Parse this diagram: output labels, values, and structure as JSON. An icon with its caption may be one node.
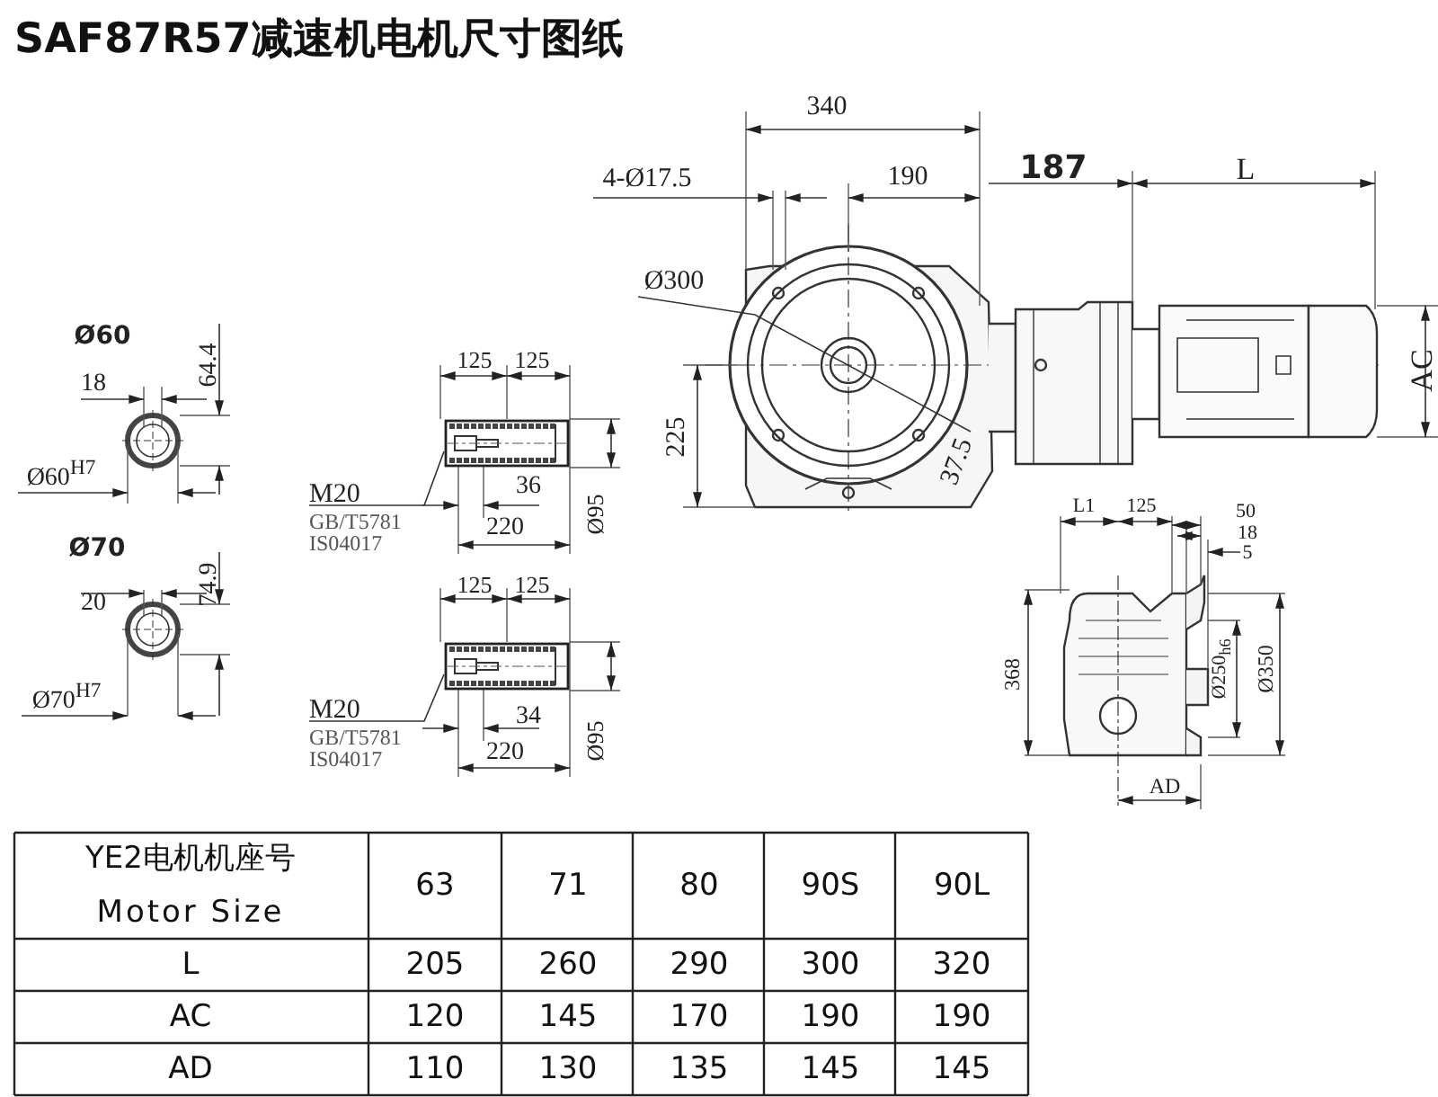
{
  "diagram": {
    "title": "SAF87R57减速机电机尺寸图纸",
    "nodes": [
      {
        "text": [
          "M20",
          "GB/T5781",
          "IS04017"
        ]
      },
      {
        "text": [],
        "shape": "picture"
      },
      {
        "text": [
          "M20",
          "GB/T5781",
          "IS04017"
        ]
      },
      {
        "text": [],
        "shape": "picture"
      }
    ],
    "edges": [
      {
        "from": 0,
        "to": 1,
        "arrow": "none"
      },
      {
        "from": 2,
        "to": 3,
        "arrow": "none"
      }
    ],
    "labels": [
      "340",
      "4-Ø17.5",
      "190",
      "187",
      "L",
      "Ø300",
      "AC",
      "Ø60",
      "64.4",
      "18",
      "Ø60$^{H7}$",
      "125",
      "125",
      "36",
      "220",
      "Ø95",
      "225",
      "37.5",
      "L1",
      "125",
      "50",
      "18",
      "5",
      "368",
      "Ø250$_{h6}$",
      "Ø350",
      "AD",
      "Ø70",
      "74.9",
      "20",
      "Ø70$^{H7}$",
      "125",
      "125",
      "34",
      "220",
      "Ø95",
      "YE2电机机座号",
      "Motor Size",
      "63",
      "71",
      "80",
      "90S",
      "90L",
      "L",
      "205",
      "260",
      "290",
      "300",
      "320",
      "AC",
      "120",
      "145",
      "170",
      "190",
      "190",
      "AD",
      "110",
      "130",
      "135",
      "145",
      "145"
    ]
  }
}
